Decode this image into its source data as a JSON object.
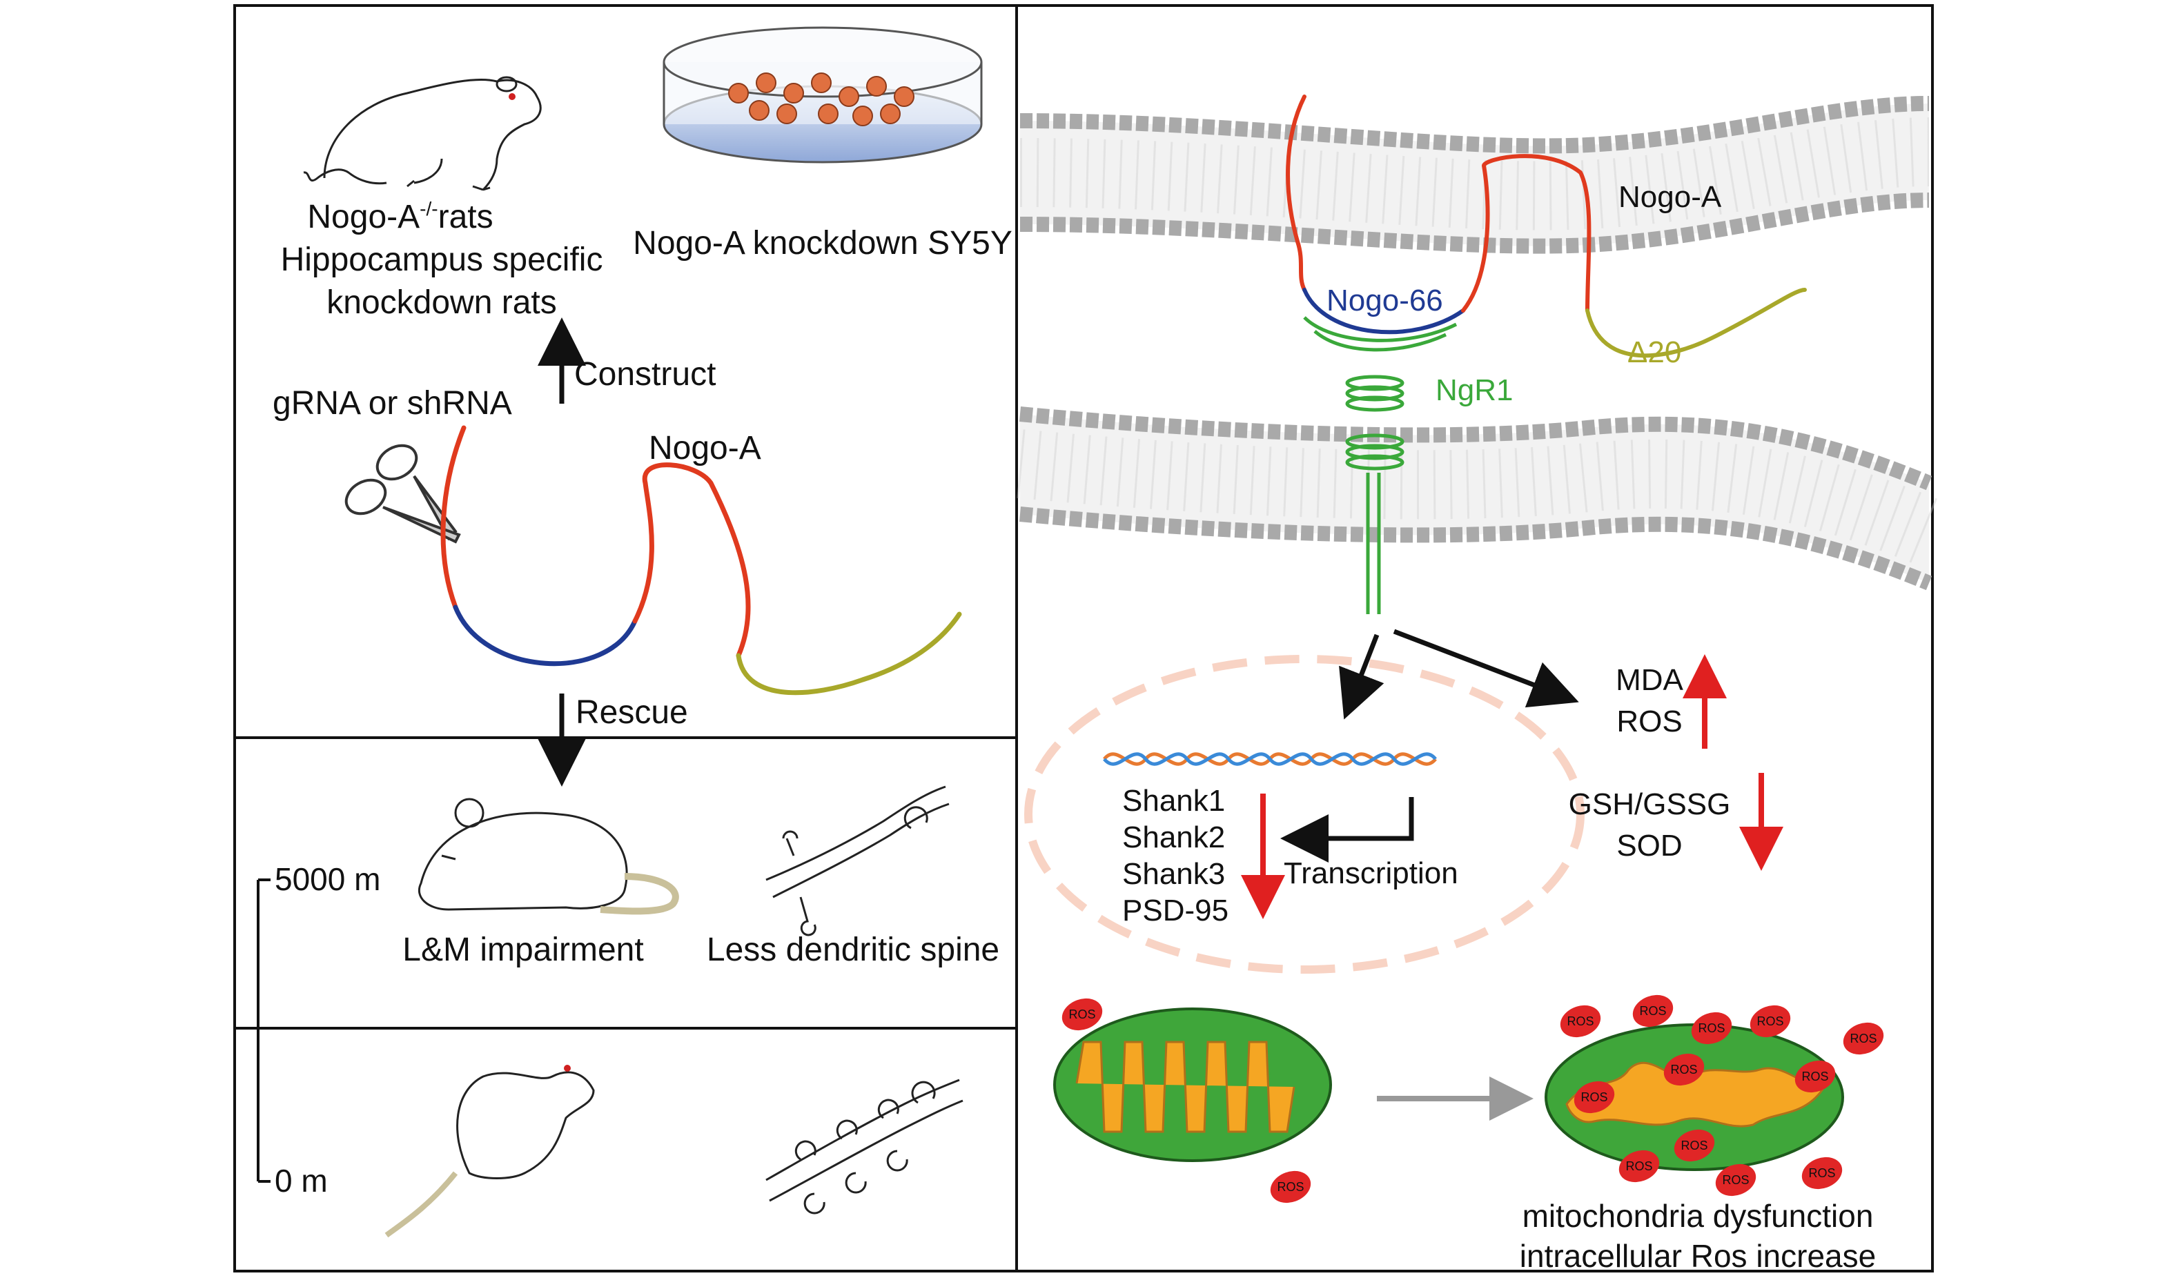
{
  "left_panel": {
    "knockout_models": {
      "rats_label_prefix": "Nogo-A",
      "rats_label_superscript": "-/-",
      "rats_label_suffix": "rats",
      "hippocampus_line1": "Hippocampus specific",
      "hippocampus_line2": "knockdown rats",
      "cell_line_label": "Nogo-A knockdown SY5Y"
    },
    "construct_label": "Construct",
    "guide_label": "gRNA or shRNA",
    "gene_label": "Nogo-A",
    "rescue_label": "Rescue",
    "phenotype": {
      "memory_label": "L&M impairment",
      "spine_label": "Less dendritic spine"
    },
    "scale": {
      "top_label": "5000 m",
      "bottom_label": "0 m"
    }
  },
  "right_panel": {
    "nogo_a_label": "Nogo-A",
    "nogo66_label": "Nogo-66",
    "delta20_label": "Δ20",
    "ngr1_label": "NgR1",
    "genes": [
      "Shank1",
      "Shank2",
      "Shank3",
      "PSD-95"
    ],
    "transcription_label": "Transcription",
    "increased": [
      "MDA",
      "ROS"
    ],
    "decreased": [
      "GSH/GSSG",
      "SOD"
    ],
    "ros_tag": "ROS",
    "mito_line1": "mitochondria dysfunction",
    "mito_line2": "intracellular Ros increase"
  },
  "colors": {
    "nogo_red": "#e03a1e",
    "nogo66_blue": "#1f3a93",
    "delta20_olive": "#a8a82a",
    "ngr1_green": "#3aa83a",
    "down_arrow_red": "#e02020",
    "mito_green": "#3fa63a",
    "mito_orange": "#f5a623",
    "ros_red": "#e02626"
  }
}
